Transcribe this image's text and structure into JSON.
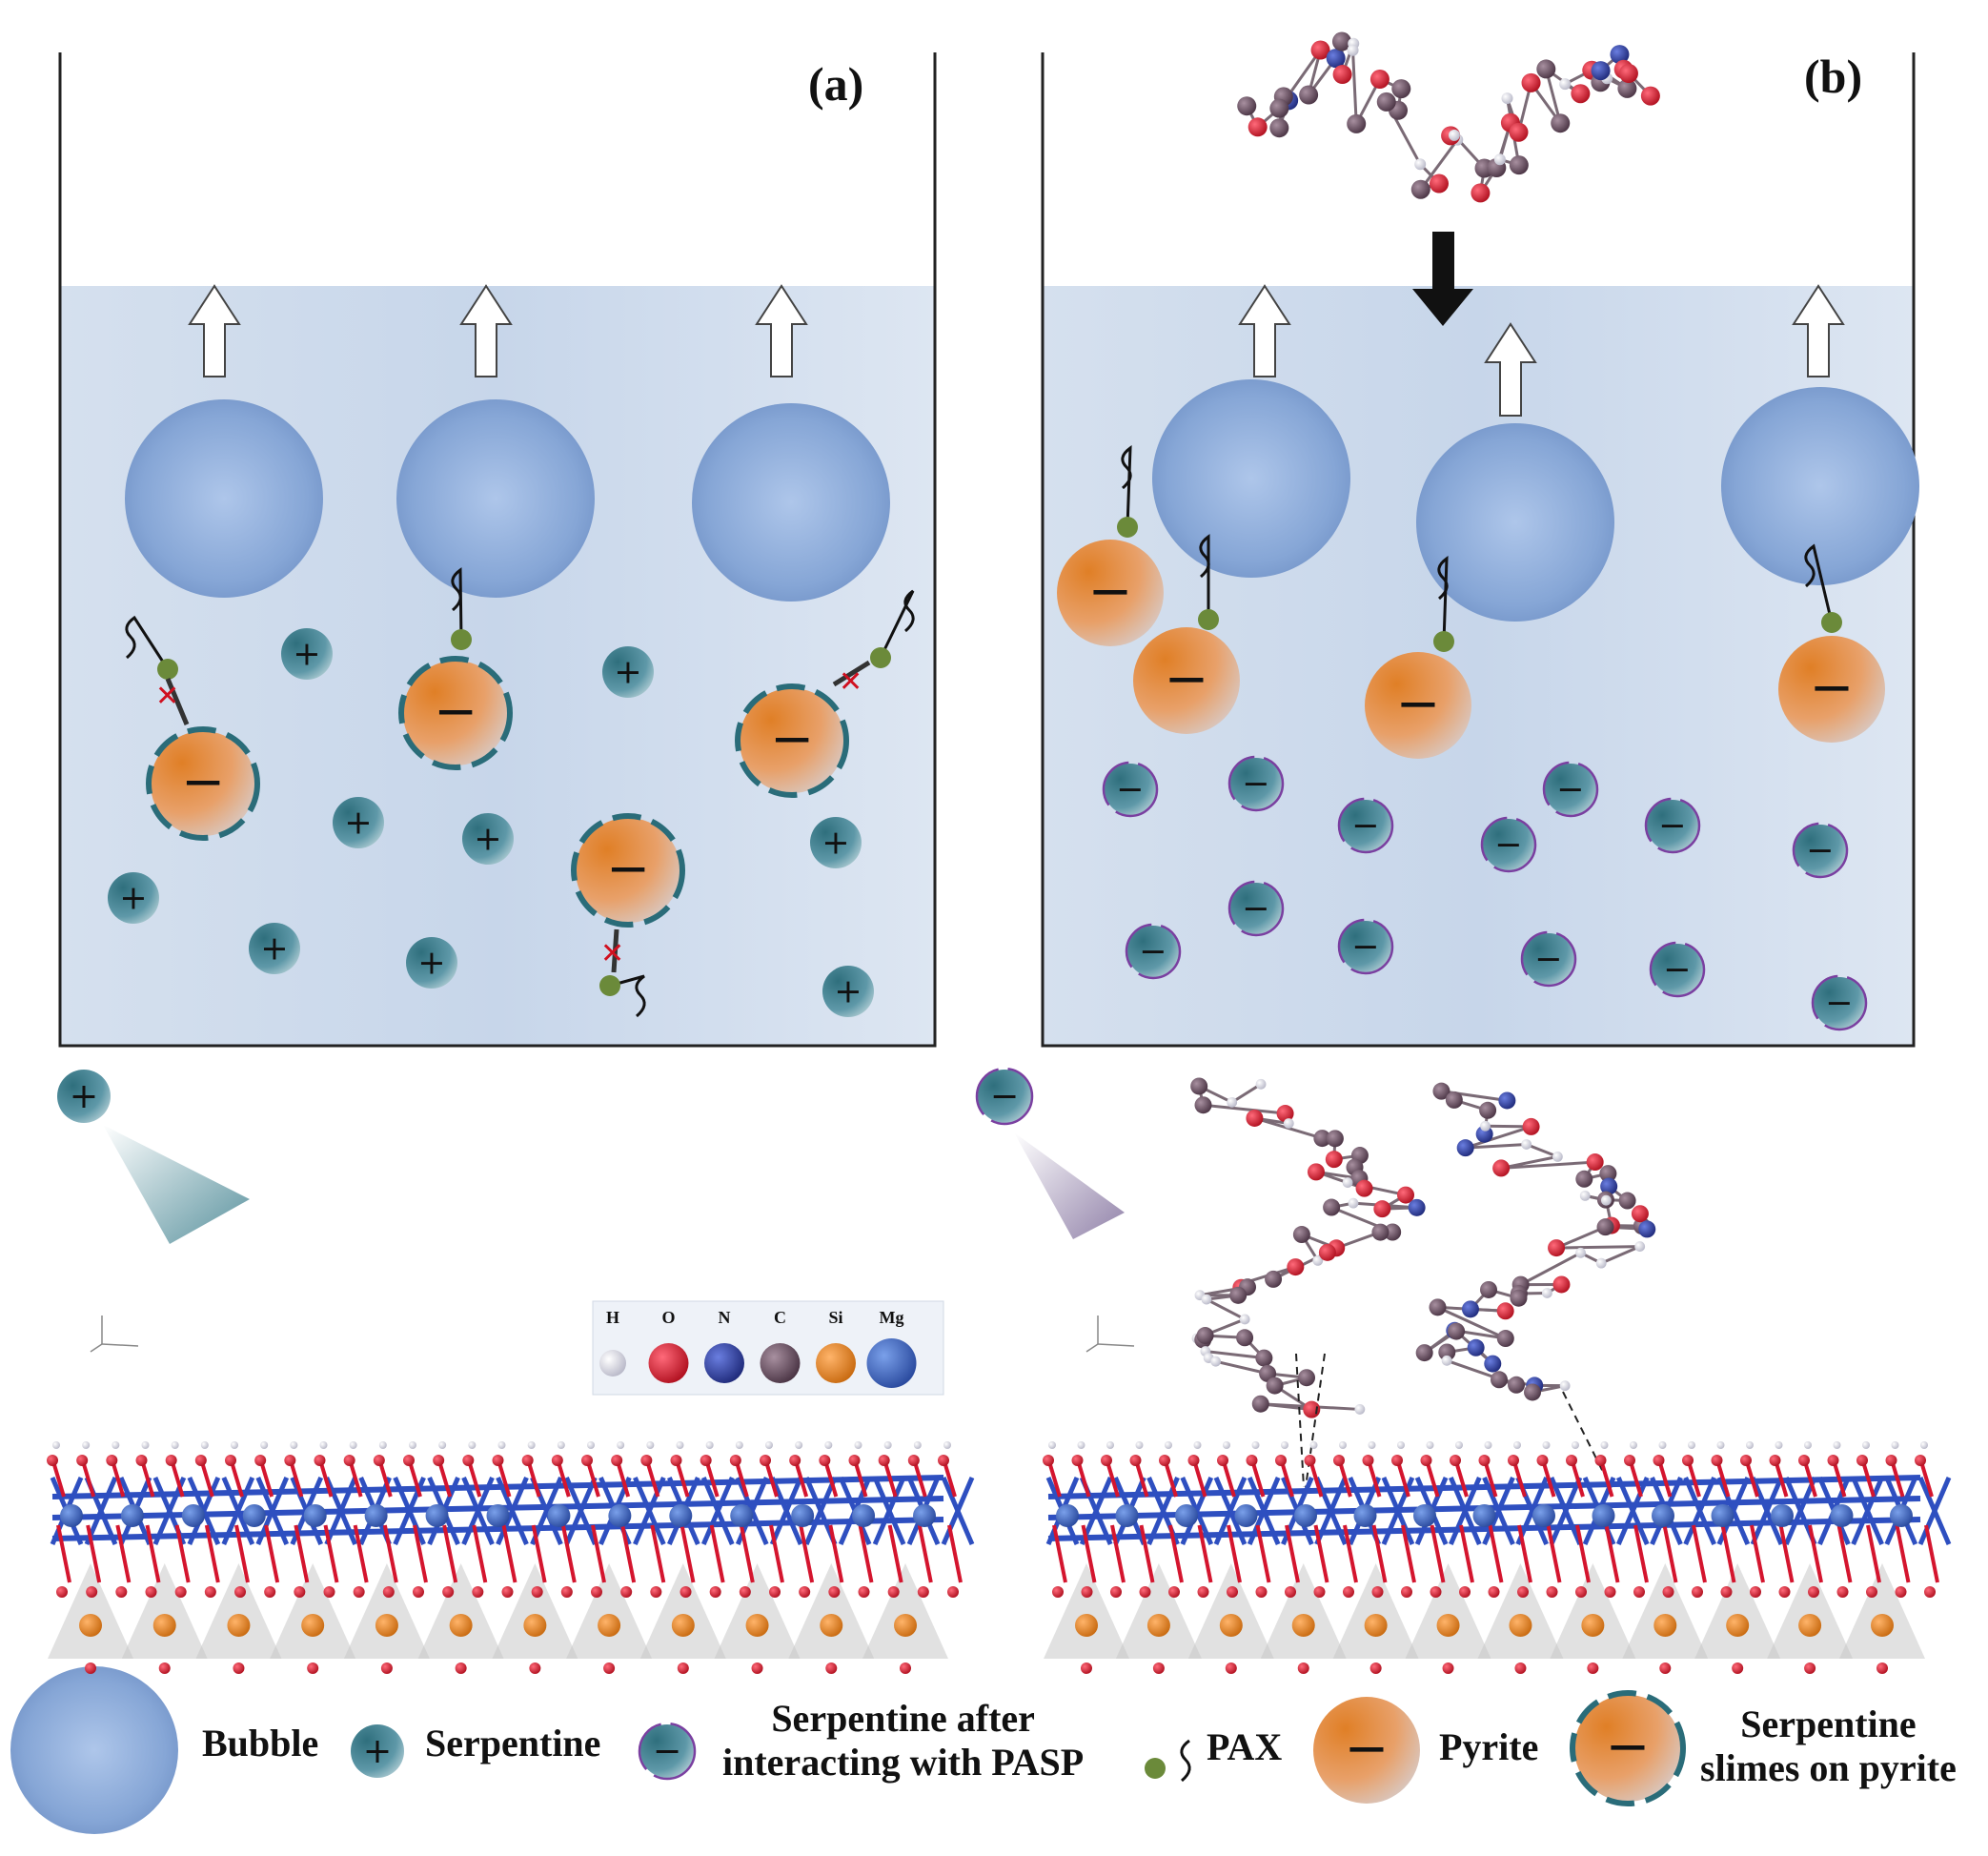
{
  "panels": {
    "a": {
      "label": "(a)"
    },
    "b": {
      "label": "(b)"
    }
  },
  "element_key": {
    "items": [
      {
        "symbol": "H",
        "color": "#f4f4f4"
      },
      {
        "symbol": "O",
        "color": "#d4152e"
      },
      {
        "symbol": "N",
        "color": "#2f3f9e"
      },
      {
        "symbol": "C",
        "color": "#6a4f5f"
      },
      {
        "symbol": "Si",
        "color": "#e9841f"
      },
      {
        "symbol": "Mg",
        "color": "#3a5fb6"
      }
    ]
  },
  "charges": {
    "positive": "+",
    "negative": "−"
  },
  "legend": {
    "bubble": "Bubble",
    "serpentine": "Serpentine",
    "serpentine_pasp": [
      "Serpentine after",
      "interacting with PASP"
    ],
    "pax": "PAX",
    "pyrite": "Pyrite",
    "serpentine_slimes": [
      "Serpentine",
      "slimes on pyrite"
    ]
  },
  "colors": {
    "bubble": "#7e9fd0",
    "pyrite": "#e58a3a",
    "serpentine": "#3d7f8d",
    "slime_ring": "#2a6c79",
    "pasp_ring": "#7a3fa0",
    "pax_head": "#6b8a3a",
    "water": "#dbe6f2",
    "mg_bond": "#2e4fc0",
    "o_atom": "#d4152e"
  }
}
